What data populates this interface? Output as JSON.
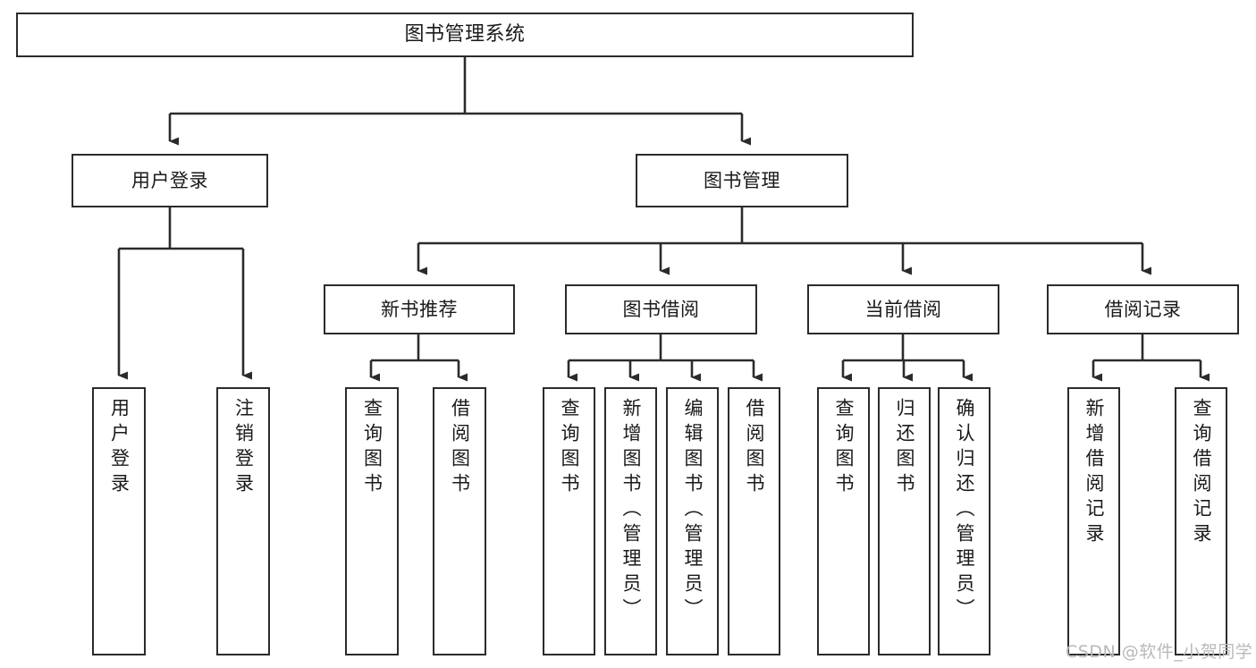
{
  "diagram": {
    "title": "图书管理系统",
    "type": "tree-hierarchy-diagram",
    "watermark": "CSDN @软件_小贺同学",
    "colors": {
      "box_border": "#2b2b2b",
      "box_fill": "#ffffff",
      "connector": "#2b2b2b",
      "text": "#1a1a1a",
      "watermark": "#b9b9b9",
      "background": "#ffffff"
    },
    "nodes": {
      "root": {
        "label": "图书管理系统"
      },
      "level1": [
        {
          "label": "用户登录"
        },
        {
          "label": "图书管理"
        }
      ],
      "level2": [
        {
          "label": "新书推荐"
        },
        {
          "label": "图书借阅"
        },
        {
          "label": "当前借阅"
        },
        {
          "label": "借阅记录"
        }
      ],
      "leaves": {
        "user_login": [
          {
            "label": "用户登录"
          },
          {
            "label": "注销登录"
          }
        ],
        "new_book_recommend": [
          {
            "label": "查询图书"
          },
          {
            "label": "借阅图书"
          }
        ],
        "book_borrow": [
          {
            "label": "查询图书"
          },
          {
            "label": "新增图书（管理员）"
          },
          {
            "label": "编辑图书（管理员）"
          },
          {
            "label": "借阅图书"
          }
        ],
        "current_borrow": [
          {
            "label": "查询图书"
          },
          {
            "label": "归还图书"
          },
          {
            "label": "确认归还（管理员）"
          }
        ],
        "borrow_record": [
          {
            "label": "新增借阅记录"
          },
          {
            "label": "查询借阅记录"
          }
        ]
      }
    }
  }
}
